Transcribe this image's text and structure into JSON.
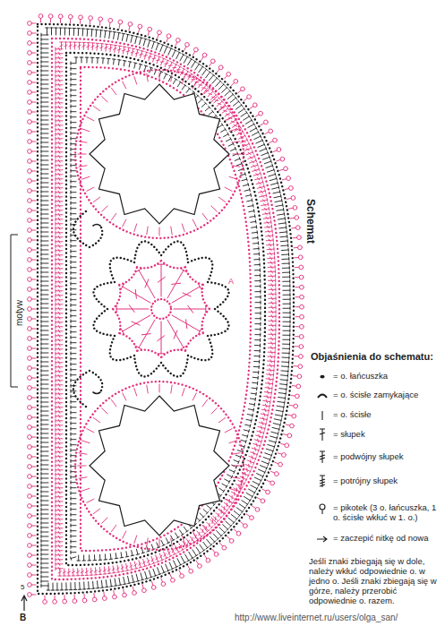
{
  "diagram": {
    "title": "Schemat",
    "labels": [
      "motyw",
      "A",
      "5",
      "B",
      "Objaśnienia do schematu:",
      "Jeśli znaki zbiegają się w dole, należy wkłuć odpowiednie o. w jedno o. Jeśli znaki zbiegają się w górze, należy przerobić odpowiednie o. razem.",
      "http://www.liveinternet.ru/users/olga_san/"
    ],
    "legend": [
      {
        "text": "= o. łańcuszka"
      },
      {
        "text": "= o. ścisłe zamykające"
      },
      {
        "text": "= o. ścisłe"
      },
      {
        "text": "= słupek"
      },
      {
        "text": "= podwójny słupek"
      },
      {
        "text": "= potrójny słupek"
      },
      {
        "text": "= pikotek (3 o. łańcuszka, 1 o. ścisłe wkłuć w 1. o.)"
      },
      {
        "text": "= zaczepić nitkę od nowa"
      }
    ]
  }
}
